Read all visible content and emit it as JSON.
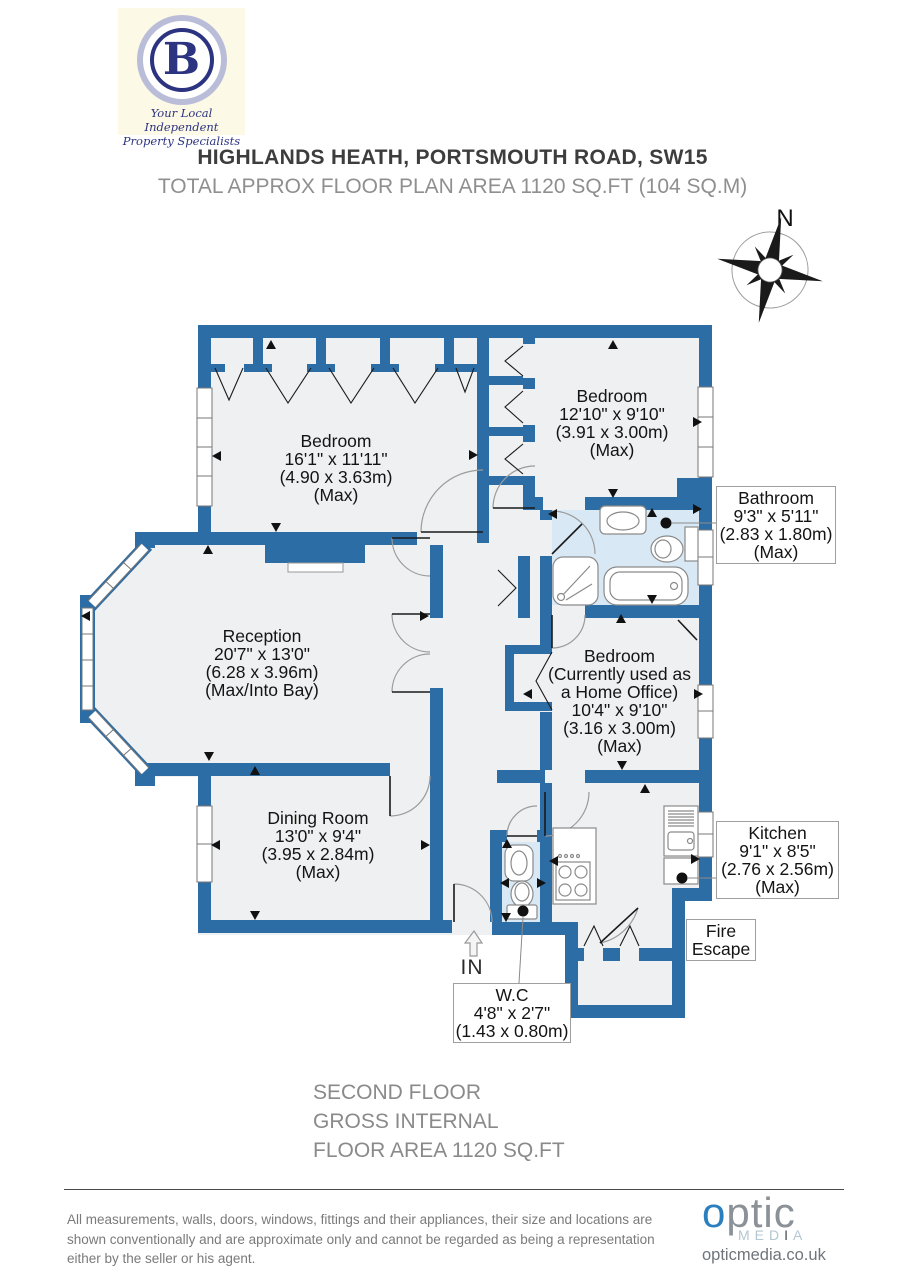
{
  "logo": {
    "letter": "B",
    "line1": "Your Local Independent",
    "line2": "Property Specialists"
  },
  "header": {
    "title": "HIGHLANDS HEATH, PORTSMOUTH ROAD, SW15",
    "subtitle": "TOTAL APPROX FLOOR PLAN AREA 1120 SQ.FT (104 SQ.M)"
  },
  "compass": {
    "label": "N"
  },
  "plan": {
    "colors": {
      "wall": "#2d6da5",
      "floor": "#eef0f1",
      "wet_floor": "#d8e9f5"
    },
    "entrance_label": "IN",
    "rooms": {
      "bedroom1": {
        "lines": [
          "Bedroom",
          "16'1\" x 11'11\"",
          "(4.90 x 3.63m)",
          "(Max)"
        ]
      },
      "bedroom2": {
        "lines": [
          "Bedroom",
          "12'10\" x 9'10\"",
          "(3.91 x 3.00m)",
          "(Max)"
        ]
      },
      "bathroom": {
        "lines": [
          "Bathroom",
          "9'3\" x 5'11\"",
          "(2.83 x 1.80m)",
          "(Max)"
        ]
      },
      "reception": {
        "lines": [
          "Reception",
          "20'7\" x 13'0\"",
          "(6.28 x 3.96m)",
          "(Max/Into Bay)"
        ]
      },
      "office": {
        "lines": [
          "Bedroom",
          "(Currently used as",
          "a Home Office)",
          "10'4\" x 9'10\"",
          "(3.16 x 3.00m)",
          "(Max)"
        ]
      },
      "dining": {
        "lines": [
          "Dining Room",
          "13'0\" x 9'4\"",
          "(3.95 x 2.84m)",
          "(Max)"
        ]
      },
      "kitchen": {
        "lines": [
          "Kitchen",
          "9'1\" x 8'5\"",
          "(2.76 x 2.56m)",
          "(Max)"
        ]
      },
      "fire_escape": {
        "lines": [
          "Fire",
          "Escape"
        ]
      },
      "wc": {
        "lines": [
          "W.C",
          "4'8\" x 2'7\"",
          "(1.43 x 0.80m)"
        ]
      }
    }
  },
  "floor_summary": {
    "line1": "SECOND FLOOR",
    "line2": "GROSS INTERNAL",
    "line3": "FLOOR AREA 1120 SQ.FT"
  },
  "footer": {
    "disclaimer": "All measurements, walls, doors, windows, fittings and their appliances, their size and locations are shown conventionally and are approximate only and cannot be regarded as being a representation either by the seller or his agent.",
    "brand": {
      "o": "o",
      "rest": "ptic",
      "media_light1": "MED",
      "media_dark": "I",
      "media_light2": "A",
      "url": "opticmedia.co.uk"
    }
  }
}
